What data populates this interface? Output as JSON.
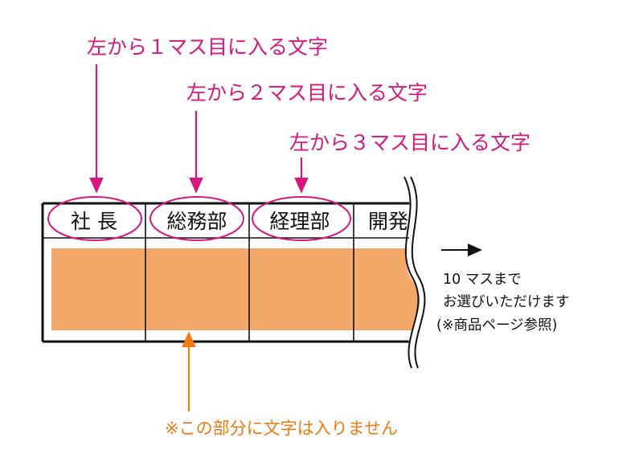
{
  "colors": {
    "label": "#d6187e",
    "note": "#ee7a10",
    "fill_area": "#f4a96a",
    "line": "#111111"
  },
  "labels": {
    "first": "左から１マス目に入る文字",
    "second": "左から２マス目に入る文字",
    "third": "左から３マス目に入る文字"
  },
  "cells": [
    "社 長",
    "総務部",
    "経理部",
    "開発"
  ],
  "side_note": {
    "line1": "10 マスまで",
    "line2": "お選びいただけます",
    "line3": "(※商品ページ参照)"
  },
  "bottom_note": "※この部分に文字は入りません"
}
